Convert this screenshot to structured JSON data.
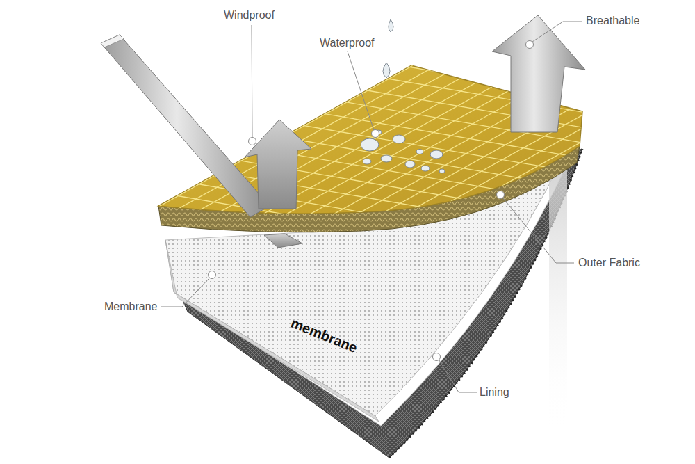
{
  "diagram": {
    "labels": [
      "Windproof",
      "Waterproof",
      "Breathable",
      "Outer Fabric",
      "Membrane",
      "Lining",
      "membrane"
    ]
  }
}
